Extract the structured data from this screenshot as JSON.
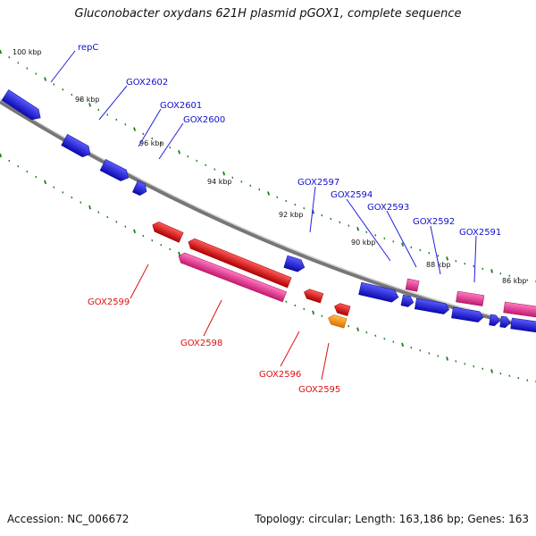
{
  "title": "Gluconobacter oxydans 621H plasmid pGOX1, complete sequence",
  "footer": {
    "accession": "Accession: NC_006672",
    "summary": "Topology: circular; Length: 163,186 bp; Genes: 163"
  },
  "colors": {
    "backbone": "#8a8a8a",
    "tick": "#1a7f1a",
    "forward_label": "#1010cc",
    "reverse_label": "#dd1111",
    "gene_blue": "#1515ee",
    "gene_red": "#ee1111",
    "gene_pink": "#ee2a8c",
    "gene_orange": "#ff8c00"
  },
  "kbp_labels": [
    "100 kbp",
    "98 kbp",
    "96 kbp",
    "94 kbp",
    "92 kbp",
    "90 kbp",
    "88 kbp",
    "86 kbp"
  ],
  "forward_gene_labels": [
    "repC",
    "GOX2602",
    "GOX2601",
    "GOX2600",
    "GOX2597",
    "GOX2594",
    "GOX2593",
    "GOX2592",
    "GOX2591"
  ],
  "reverse_gene_labels": [
    "GOX2599",
    "GOX2598",
    "GOX2596",
    "GOX2595"
  ]
}
